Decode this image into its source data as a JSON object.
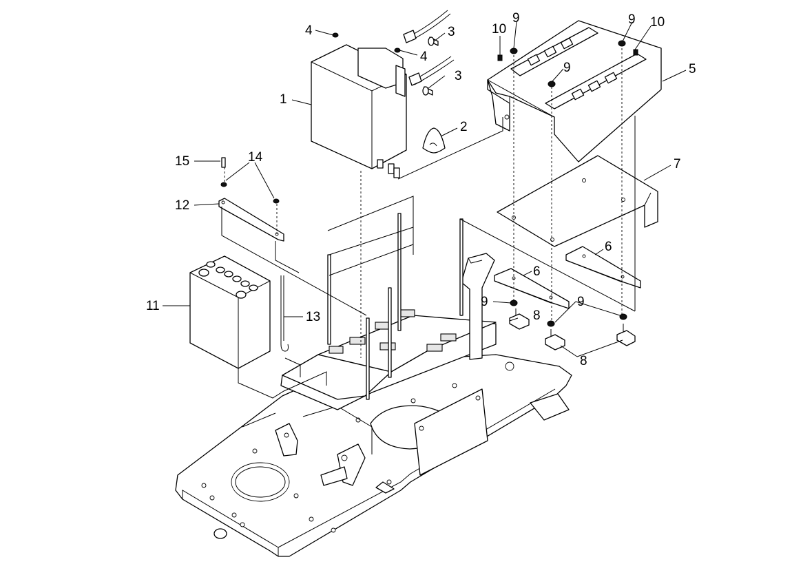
{
  "diagram": {
    "callouts": [
      {
        "id": "c1",
        "text": "1"
      },
      {
        "id": "c2",
        "text": "2"
      },
      {
        "id": "c3a",
        "text": "3"
      },
      {
        "id": "c3b",
        "text": "3"
      },
      {
        "id": "c4a",
        "text": "4"
      },
      {
        "id": "c4b",
        "text": "4"
      },
      {
        "id": "c5",
        "text": "5"
      },
      {
        "id": "c6a",
        "text": "6"
      },
      {
        "id": "c6b",
        "text": "6"
      },
      {
        "id": "c7",
        "text": "7"
      },
      {
        "id": "c8a",
        "text": "8"
      },
      {
        "id": "c8b",
        "text": "8"
      },
      {
        "id": "c9a",
        "text": "9"
      },
      {
        "id": "c9b",
        "text": "9"
      },
      {
        "id": "c9c",
        "text": "9"
      },
      {
        "id": "c9d",
        "text": "9"
      },
      {
        "id": "c9e",
        "text": "9"
      },
      {
        "id": "c10a",
        "text": "10"
      },
      {
        "id": "c10b",
        "text": "10"
      },
      {
        "id": "c11",
        "text": "11"
      },
      {
        "id": "c12",
        "text": "12"
      },
      {
        "id": "c13",
        "text": "13"
      },
      {
        "id": "c14",
        "text": "14"
      },
      {
        "id": "c15",
        "text": "15"
      }
    ]
  }
}
